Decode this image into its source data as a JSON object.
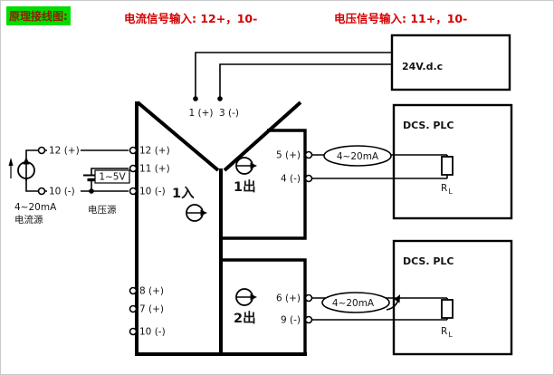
{
  "header": {
    "title": "原理接线图:",
    "current_input": "电流信号输入: 12+，10-",
    "voltage_input": "电压信号输入: 11+，10-"
  },
  "power": {
    "label": "24V.d.c",
    "terminal_1": "1 (+)",
    "terminal_3": "3 (-)"
  },
  "module": {
    "input1_label": "1入",
    "output1_label": "1出",
    "output2_label": "2出",
    "left_terminals": {
      "t12": "12 (+)",
      "t11": "11 (+)",
      "t10": "10 (-)"
    },
    "left_terminals2": {
      "t8": "8 (+)",
      "t7": "7 (+)",
      "t10": "10 (-)"
    },
    "output1_terminals": {
      "plus": "5 (+)",
      "minus": "4 (-)"
    },
    "output2_terminals": {
      "plus": "6 (+)",
      "minus": "9 (-)"
    }
  },
  "current_source": {
    "t_plus": "12 (+)",
    "t_minus": "10 (-)",
    "range": "4~20mA",
    "name": "电流源"
  },
  "voltage_source": {
    "range": "1~5V",
    "name": "电压源"
  },
  "dcs1": {
    "label": "DCS. PLC",
    "signal": "4~20mA",
    "res_r": "R",
    "res_sub": "L"
  },
  "dcs2": {
    "label": "DCS. PLC",
    "signal": "4~20mA",
    "res_r": "R",
    "res_sub": "L"
  },
  "colors": {
    "header_highlight": "#00dd00",
    "header_text": "#8b2000",
    "red_text": "#d40000",
    "line": "#000000"
  }
}
